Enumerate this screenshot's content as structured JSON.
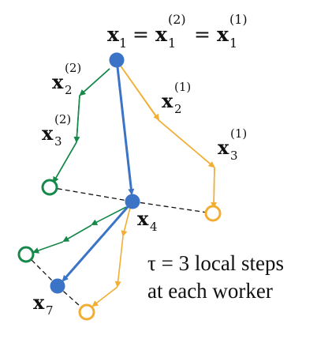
{
  "colors": {
    "blue": "#3b73c6",
    "green": "#15884a",
    "orange": "#f2ad33",
    "dashed": "#111111"
  },
  "labels": {
    "top": {
      "x1": "x",
      "x1_sub": "1",
      "eq1": "=",
      "x12": "x",
      "x12_sub": "1",
      "x12_sup": "(2)",
      "eq2": "=",
      "x11": "x",
      "x11_sub": "1",
      "x11_sup": "(1)"
    },
    "x2_green": {
      "base": "x",
      "sub": "2",
      "sup": "(2)"
    },
    "x3_green": {
      "base": "x",
      "sub": "3",
      "sup": "(2)"
    },
    "x2_orange": {
      "base": "x",
      "sub": "2",
      "sup": "(1)"
    },
    "x3_orange": {
      "base": "x",
      "sub": "3",
      "sup": "(1)"
    },
    "x4": {
      "base": "x",
      "sub": "4"
    },
    "x7": {
      "base": "x",
      "sub": "7"
    }
  },
  "caption": {
    "line1": "τ = 3 local steps",
    "line2": "at each worker"
  }
}
